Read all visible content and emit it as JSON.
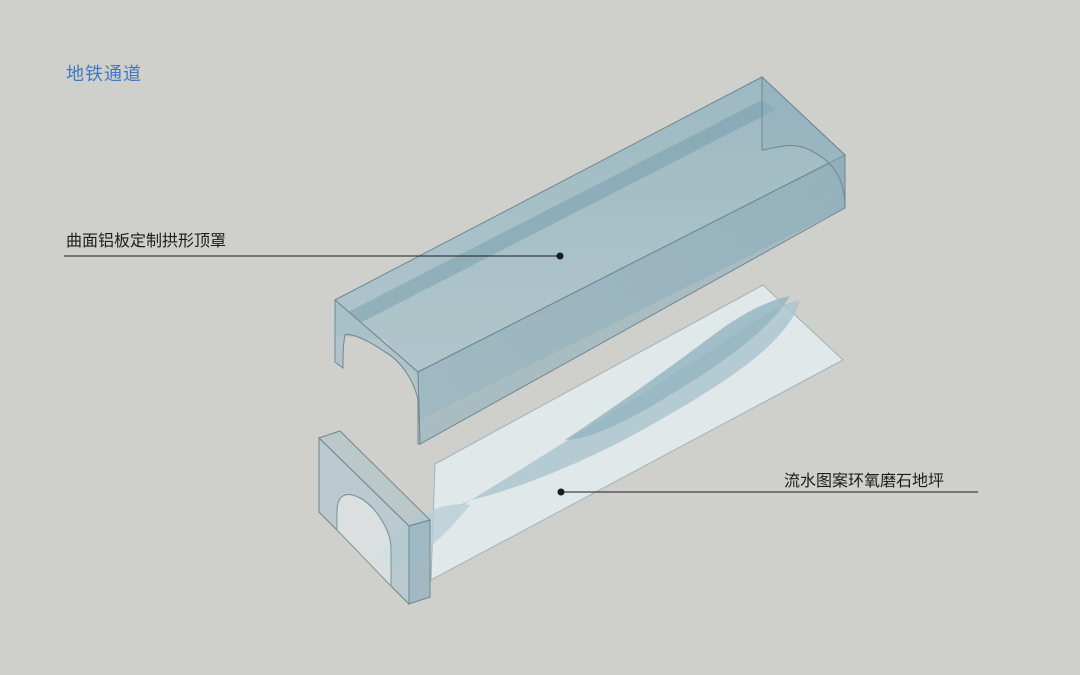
{
  "title": "地铁通道",
  "labels": {
    "ceiling": "曲面铝板定制拱形顶罩",
    "floor": "流水图案环氧磨石地坪"
  },
  "colors": {
    "background": "#cfd0cb",
    "title": "#3f79c2",
    "glass": "#8fb0bd",
    "floor_light": "#e6eef1",
    "floor_pattern": "#a9c3cd",
    "edge": "#6e8791",
    "leader": "#1c1c1c"
  }
}
